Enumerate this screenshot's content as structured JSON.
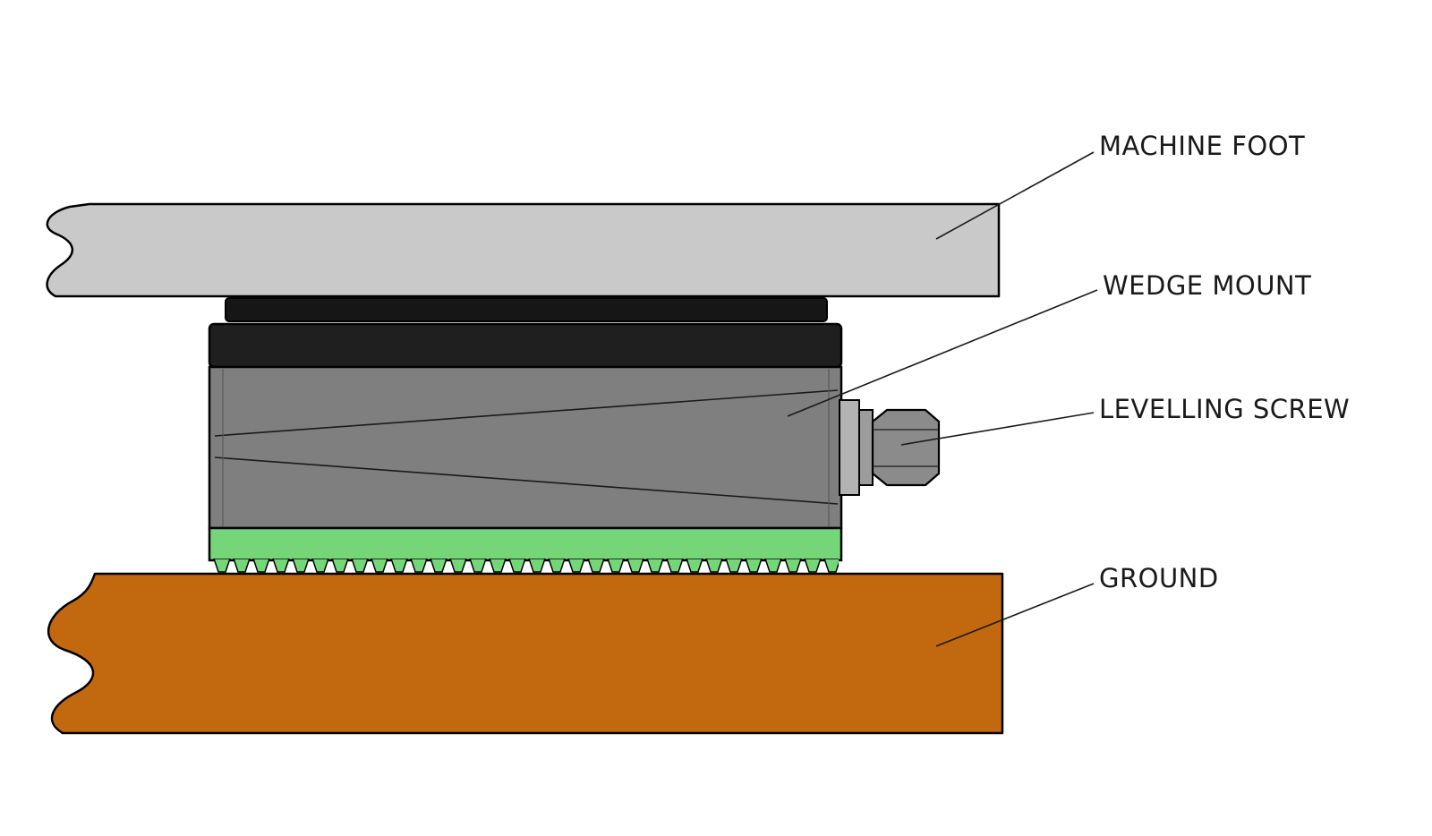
{
  "diagram": {
    "labels": {
      "machine_foot": "MACHINE FOOT",
      "wedge_mount": "WEDGE MOUNT",
      "levelling_screw": "LEVELLING SCREW",
      "ground": "GROUND"
    },
    "colors": {
      "background": "#ffffff",
      "machine_foot": "#c9c9c9",
      "mount_cap_thin": "#161616",
      "mount_cap": "#1f1f1f",
      "mount_body": "#7f7f7f",
      "pad": "#74d678",
      "ground": "#c2690f",
      "screw_collar": "#b3b3b3",
      "screw_washer": "#9c9c9c",
      "screw_nut": "#8b8b8b",
      "outline": "#000000"
    }
  }
}
